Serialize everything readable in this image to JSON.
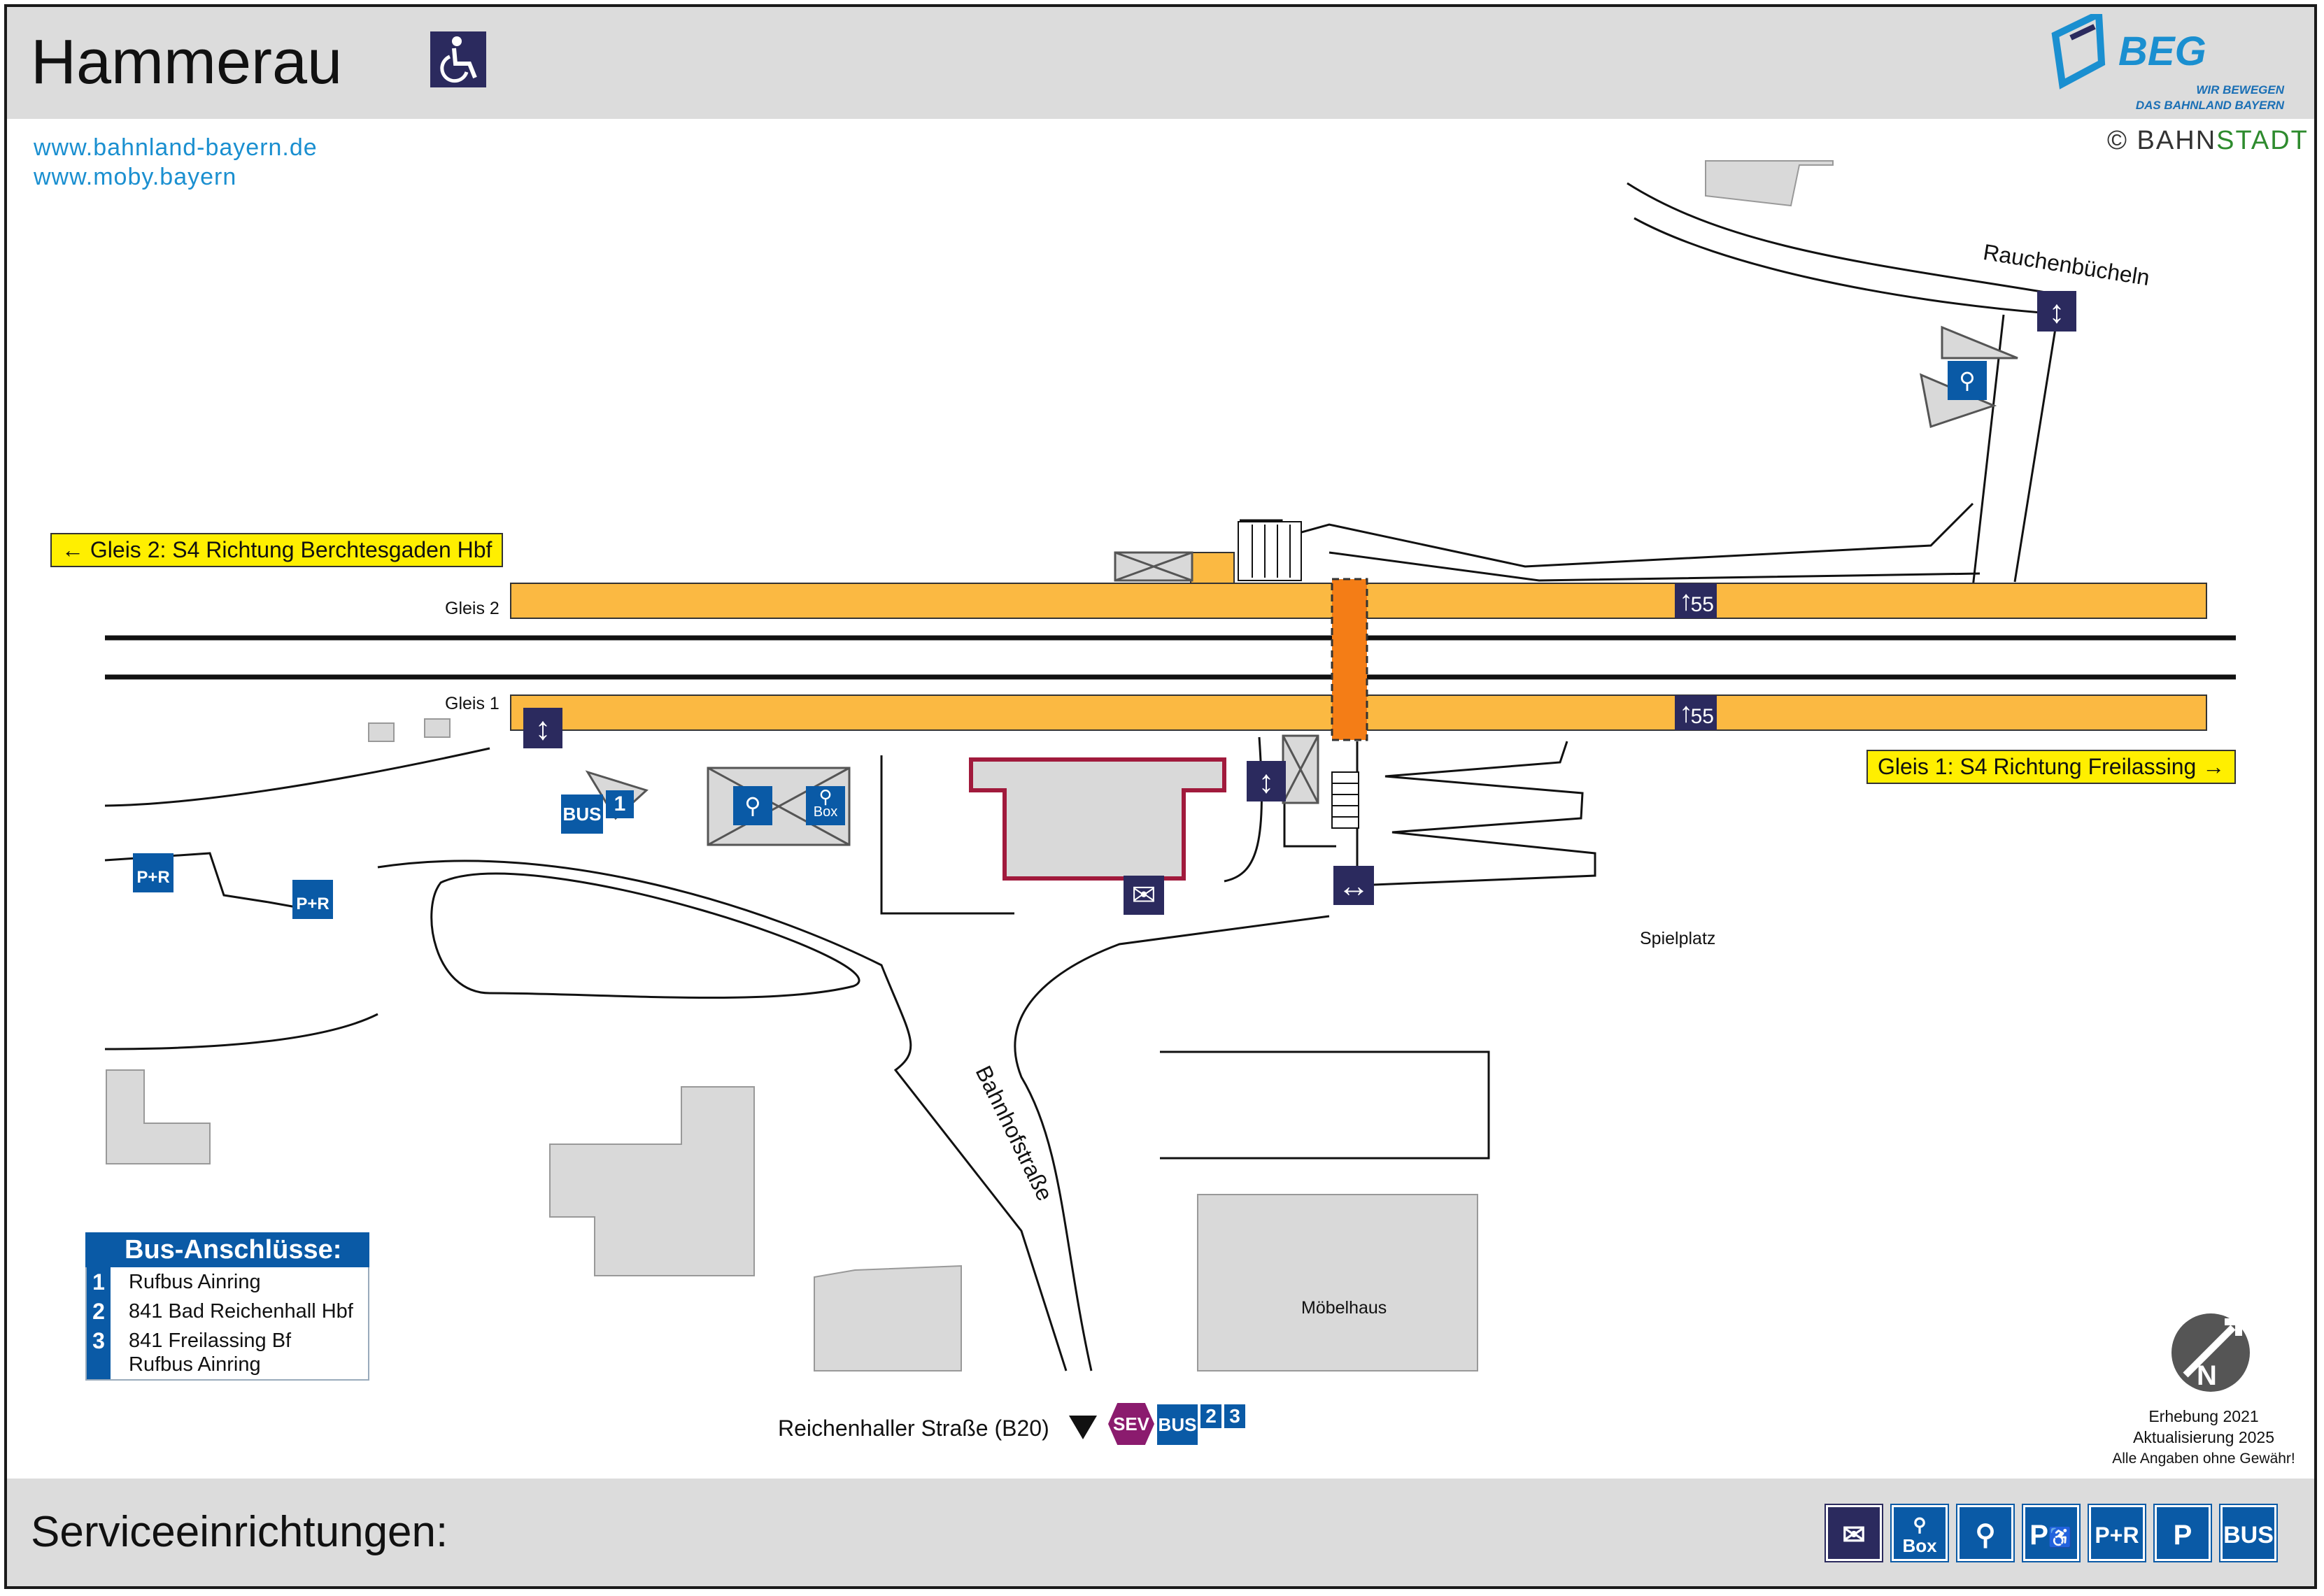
{
  "header": {
    "title": "Hammerau",
    "links": [
      "www.bahnland-bayern.de",
      "www.moby.bayern"
    ],
    "copyright_prefix": "© BAHN",
    "copyright_suffix": "STADT",
    "brand": "BEG",
    "brand_tagline_1": "WIR BEWEGEN",
    "brand_tagline_2": "DAS BAHNLAND BAYERN"
  },
  "directions": {
    "gleis2": "← Gleis 2: S4 Richtung Berchtesgaden Hbf",
    "gleis1": "Gleis 1: S4 Richtung Freilassing →"
  },
  "platforms": {
    "gleis2_label": "Gleis 2",
    "gleis1_label": "Gleis 1",
    "height_gleis2": "55",
    "height_gleis1": "55"
  },
  "places": {
    "rauchenbuecheln": "Rauchenbücheln",
    "bahnhofstrasse": "Bahnhofstraße",
    "spielplatz": "Spielplatz",
    "moebelhaus": "Möbelhaus",
    "reichenhaller": "Reichenhaller Straße (B20)"
  },
  "map_icons": {
    "bus": "BUS",
    "bus_stop_1": "1",
    "bus_stop_2": "2",
    "bus_stop_3": "3",
    "sev": "SEV",
    "box": "Box",
    "park_ride": "P+R"
  },
  "bus_legend": {
    "title": "Bus-Anschlüsse:",
    "entries": [
      {
        "num": "1",
        "lines": [
          "Rufbus Ainring"
        ]
      },
      {
        "num": "2",
        "lines": [
          "841 Bad Reichenhall Hbf"
        ]
      },
      {
        "num": "3",
        "lines": [
          "841 Freilassing Bf",
          "Rufbus Ainring"
        ]
      }
    ]
  },
  "notes": {
    "survey": "Erhebung 2021",
    "update": "Aktualisierung 2025",
    "disclaimer": "Alle Angaben ohne Gewähr!"
  },
  "footer": {
    "title": "Serviceeinrichtungen:",
    "services": [
      {
        "icon": "mailbox-icon",
        "label": ""
      },
      {
        "icon": "bike-box-icon",
        "label": "Box"
      },
      {
        "icon": "bike-parking-icon",
        "label": ""
      },
      {
        "icon": "accessible-parking-icon",
        "label": "P"
      },
      {
        "icon": "park-and-ride-icon",
        "label": "P+R"
      },
      {
        "icon": "parking-icon",
        "label": "P"
      },
      {
        "icon": "bus-icon",
        "label": "BUS"
      }
    ]
  },
  "colors": {
    "platform": "#fbb942",
    "underpass": "#f47d16",
    "station_building": "#a11a3c",
    "navy_icon": "#2b2a5e",
    "blue_icon": "#0a5aa6",
    "sev": "#8b1b6e",
    "building_fill": "#d9d9d9",
    "direction_badge": "#ffef00"
  }
}
